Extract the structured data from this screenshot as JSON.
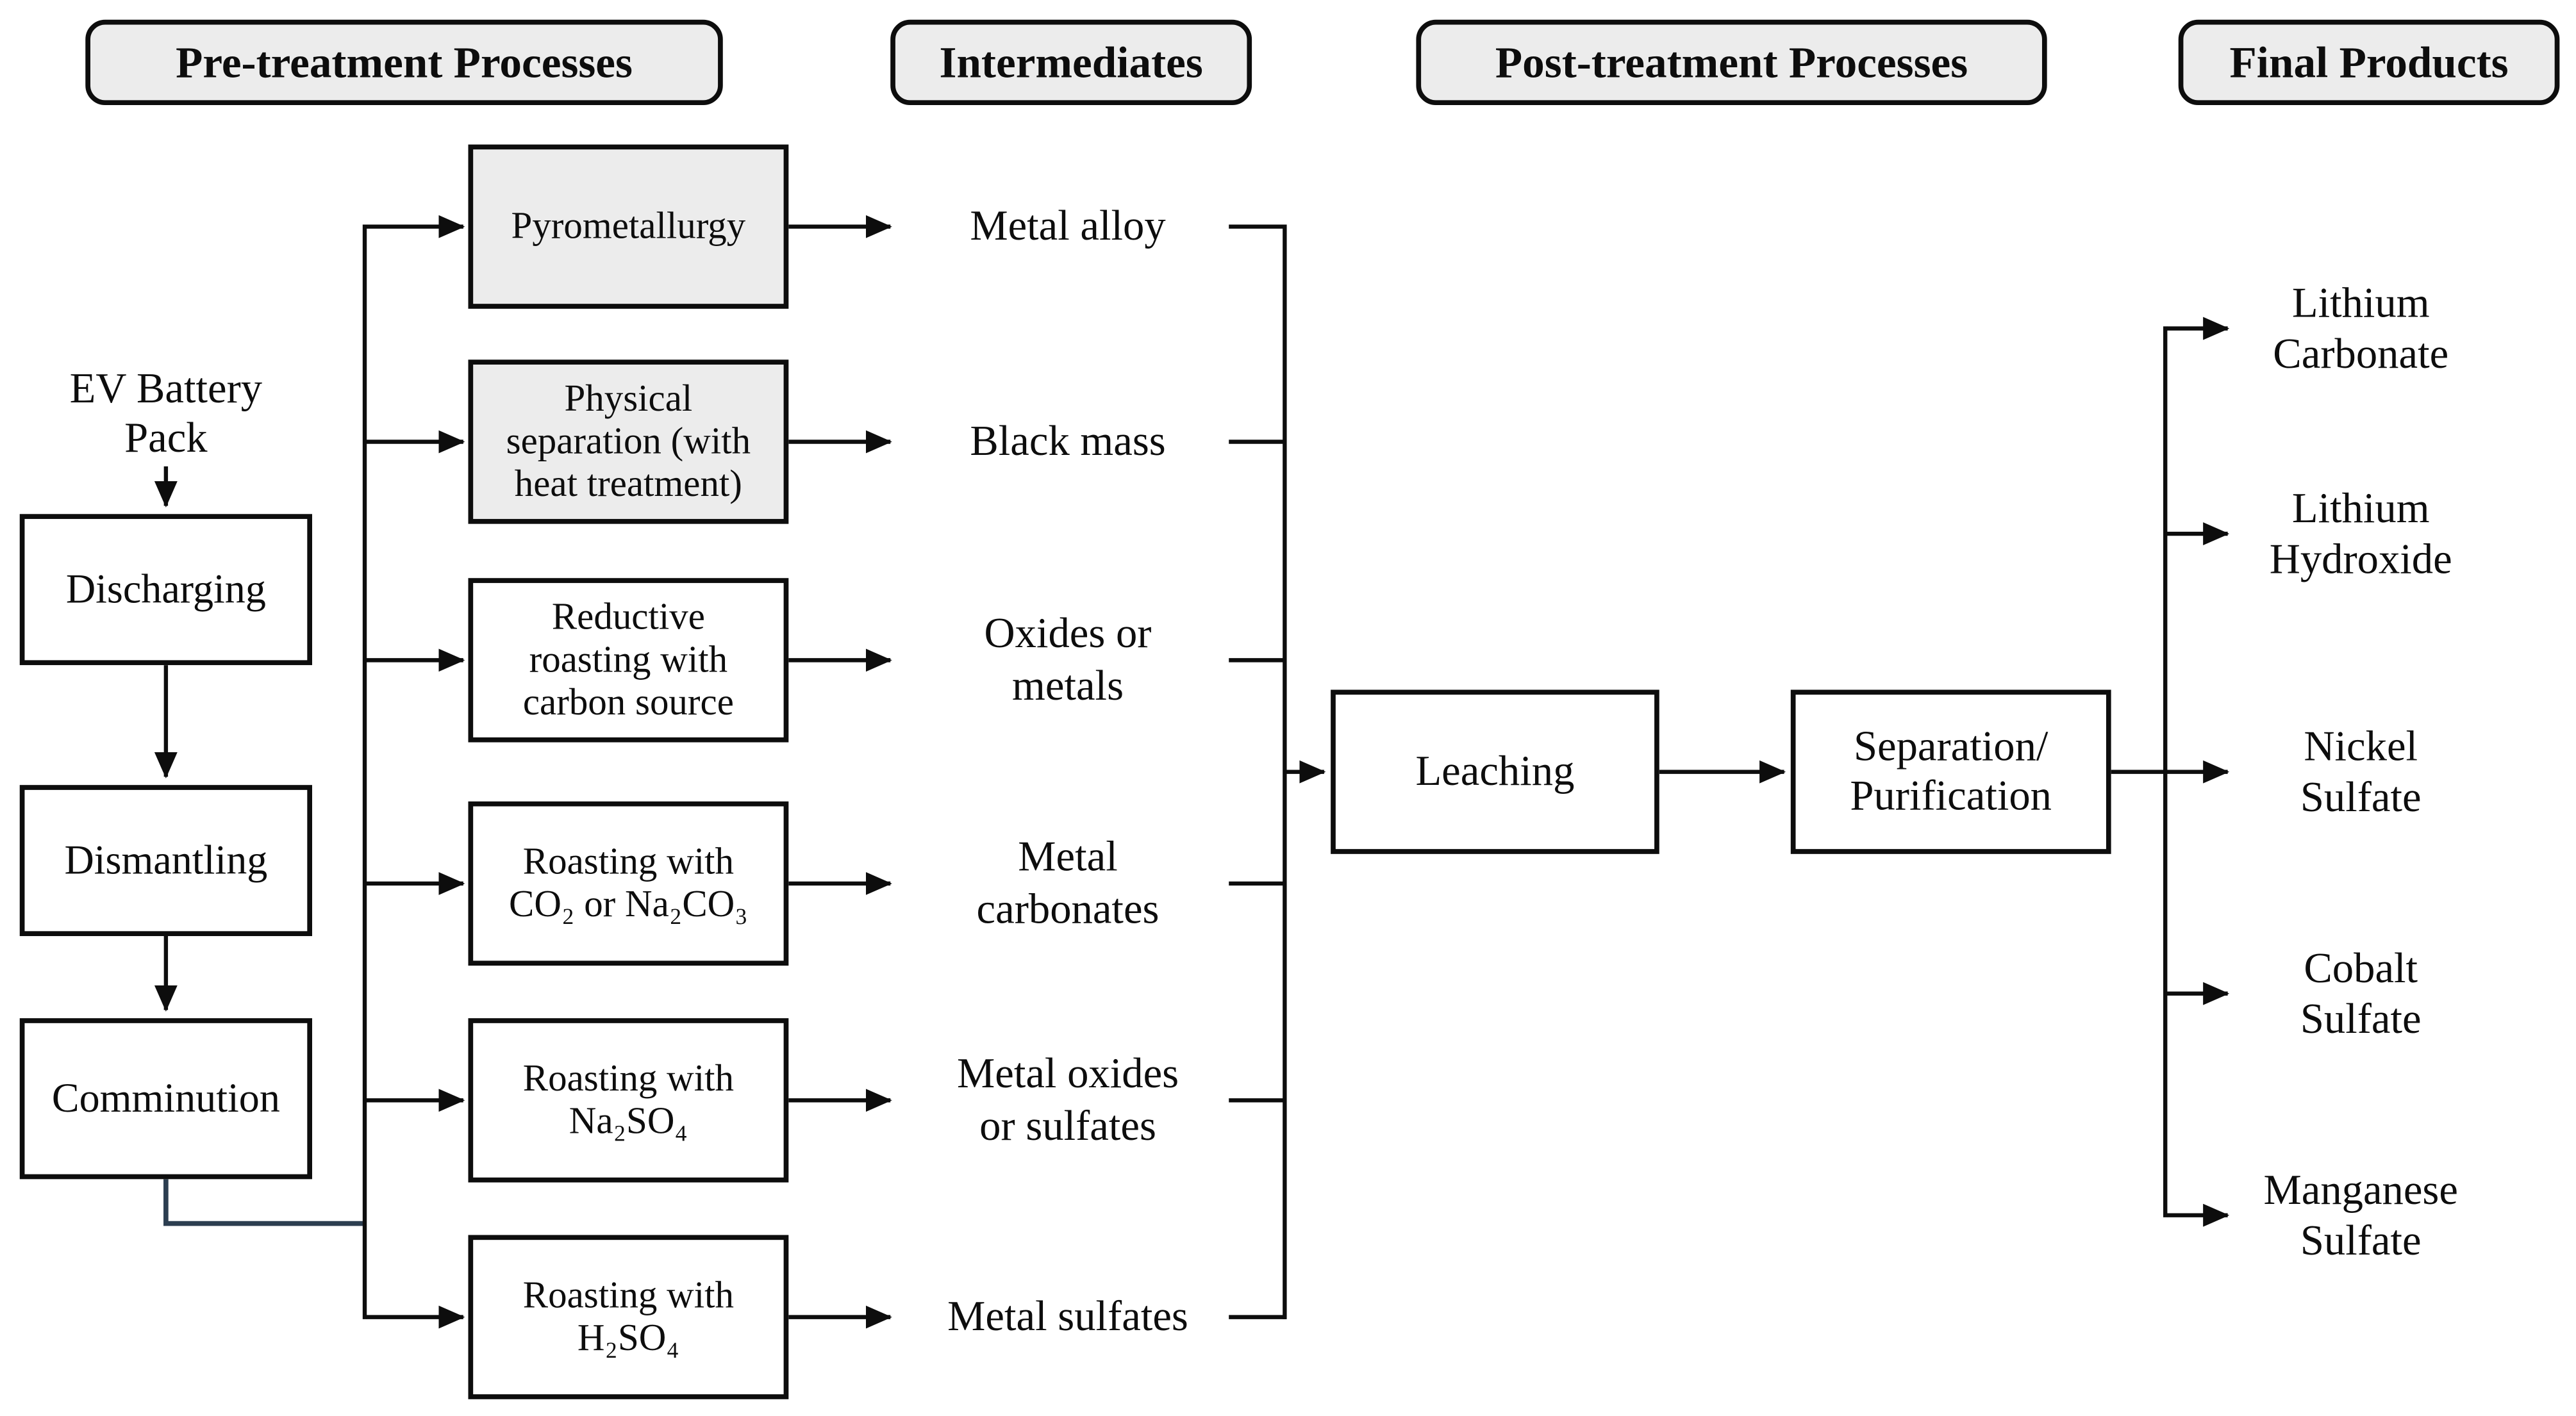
{
  "figure": {
    "columns": [
      "Pre-treatment Processes",
      "Intermediates",
      "Post-treatment Processes",
      "Final Products"
    ],
    "source": "EV Battery\nPack",
    "pretreatment_chain": [
      "Discharging",
      "Dismantling",
      "Comminution"
    ],
    "pretreatment_processes": [
      "Pyrometallurgy",
      "Physical\nseparation (with\nheat treatment)",
      "Reductive\nroasting with\ncarbon source",
      "Roasting with\nCO₂ or Na₂CO₃",
      "Roasting with\nNa₂SO₄",
      "Roasting with\nH₂SO₄"
    ],
    "intermediates": [
      "Metal alloy",
      "Black mass",
      "Oxides or\nmetals",
      "Metal\ncarbonates",
      "Metal oxides\nor sulfates",
      "Metal sulfates"
    ],
    "posttreatment": [
      "Leaching",
      "Separation/\nPurification"
    ],
    "final_products": [
      "Lithium\nCarbonate",
      "Lithium\nHydroxide",
      "Nickel\nSulfate",
      "Cobalt\nSulfate",
      "Manganese\nSulfate"
    ],
    "colors": {
      "line": "#0d0d0d",
      "box_border": "#0d0d0d",
      "gray_fill": "#ececec",
      "elbow_tint": "#2c3e50"
    }
  }
}
